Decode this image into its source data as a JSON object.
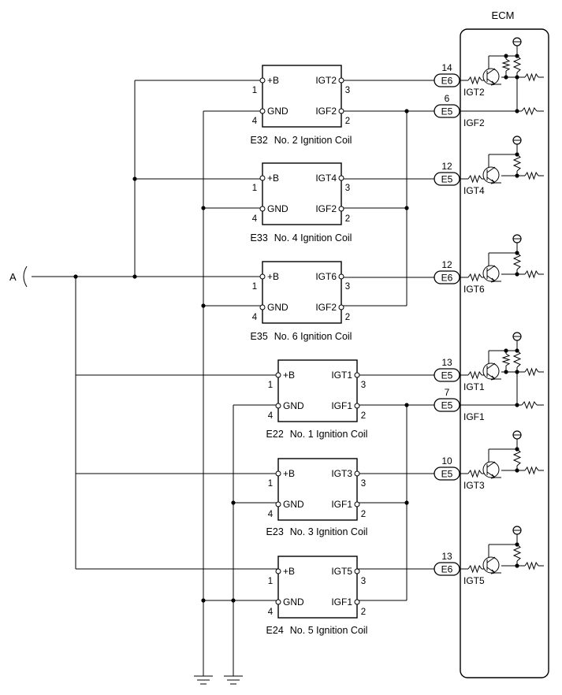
{
  "ecm": {
    "title": "ECM"
  },
  "input_label": "A",
  "coils": [
    {
      "id": "E32",
      "name": "No. 2 Ignition Coil",
      "pin_b_label": "+B",
      "pin_b_num": "1",
      "pin_gnd_label": "GND",
      "pin_gnd_num": "4",
      "pin_igt_label": "IGT2",
      "pin_igt_num": "3",
      "pin_igf_label": "IGF2",
      "pin_igf_num": "2"
    },
    {
      "id": "E33",
      "name": "No. 4 Ignition Coil",
      "pin_b_label": "+B",
      "pin_b_num": "1",
      "pin_gnd_label": "GND",
      "pin_gnd_num": "4",
      "pin_igt_label": "IGT4",
      "pin_igt_num": "3",
      "pin_igf_label": "IGF2",
      "pin_igf_num": "2"
    },
    {
      "id": "E35",
      "name": "No. 6 Ignition Coil",
      "pin_b_label": "+B",
      "pin_b_num": "1",
      "pin_gnd_label": "GND",
      "pin_gnd_num": "4",
      "pin_igt_label": "IGT6",
      "pin_igt_num": "3",
      "pin_igf_label": "IGF2",
      "pin_igf_num": "2"
    },
    {
      "id": "E22",
      "name": "No. 1 Ignition Coil",
      "pin_b_label": "+B",
      "pin_b_num": "1",
      "pin_gnd_label": "GND",
      "pin_gnd_num": "4",
      "pin_igt_label": "IGT1",
      "pin_igt_num": "3",
      "pin_igf_label": "IGF1",
      "pin_igf_num": "2"
    },
    {
      "id": "E23",
      "name": "No. 3 Ignition Coil",
      "pin_b_label": "+B",
      "pin_b_num": "1",
      "pin_gnd_label": "GND",
      "pin_gnd_num": "4",
      "pin_igt_label": "IGT3",
      "pin_igt_num": "3",
      "pin_igf_label": "IGF1",
      "pin_igf_num": "2"
    },
    {
      "id": "E24",
      "name": "No. 5 Ignition Coil",
      "pin_b_label": "+B",
      "pin_b_num": "1",
      "pin_gnd_label": "GND",
      "pin_gnd_num": "4",
      "pin_igt_label": "IGT5",
      "pin_igt_num": "3",
      "pin_igf_label": "IGF1",
      "pin_igf_num": "2"
    }
  ],
  "ecm_terminals": [
    {
      "pin": "14",
      "connector": "E6",
      "signal": "IGT2"
    },
    {
      "pin": "6",
      "connector": "E5",
      "signal": "IGF2"
    },
    {
      "pin": "12",
      "connector": "E5",
      "signal": "IGT4"
    },
    {
      "pin": "12",
      "connector": "E6",
      "signal": "IGT6"
    },
    {
      "pin": "13",
      "connector": "E5",
      "signal": "IGT1"
    },
    {
      "pin": "7",
      "connector": "E5",
      "signal": "IGF1"
    },
    {
      "pin": "10",
      "connector": "E5",
      "signal": "IGT3"
    },
    {
      "pin": "13",
      "connector": "E6",
      "signal": "IGT5"
    }
  ]
}
